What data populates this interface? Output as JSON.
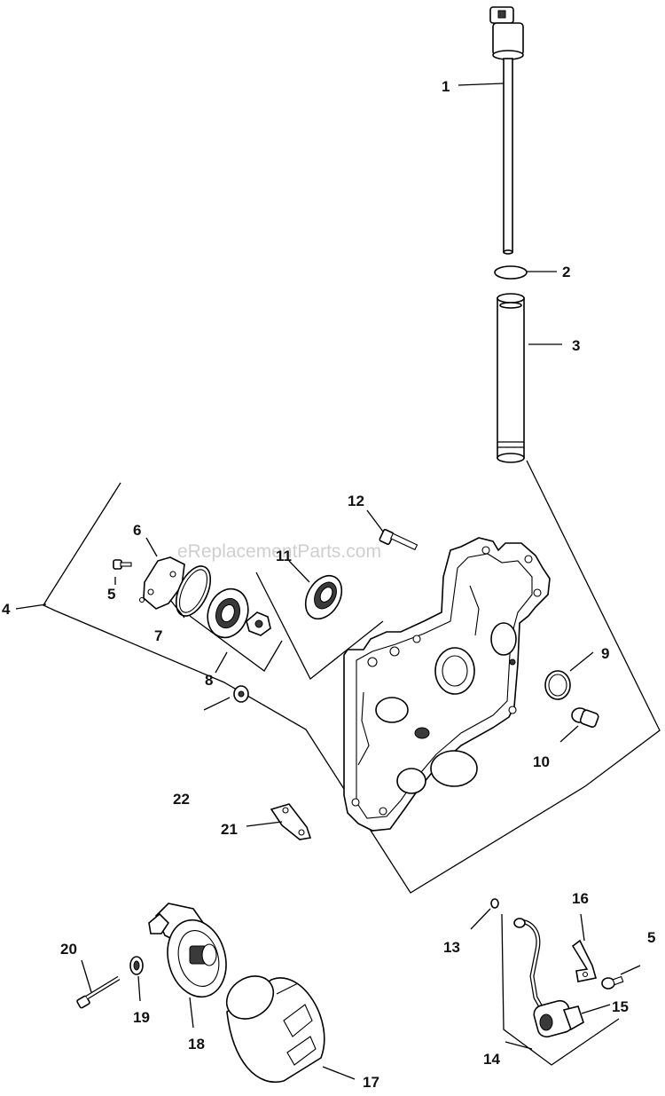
{
  "watermark": "eReplacementParts.com",
  "callouts": {
    "c1": "1",
    "c2": "2",
    "c3": "3",
    "c4": "4",
    "c5a": "5",
    "c5b": "5",
    "c6": "6",
    "c7": "7",
    "c8": "8",
    "c9": "9",
    "c10": "10",
    "c11": "11",
    "c12": "12",
    "c13": "13",
    "c14": "14",
    "c15": "15",
    "c16": "16",
    "c17": "17",
    "c18": "18",
    "c19": "19",
    "c20": "20",
    "c21": "21",
    "c22": "22"
  }
}
